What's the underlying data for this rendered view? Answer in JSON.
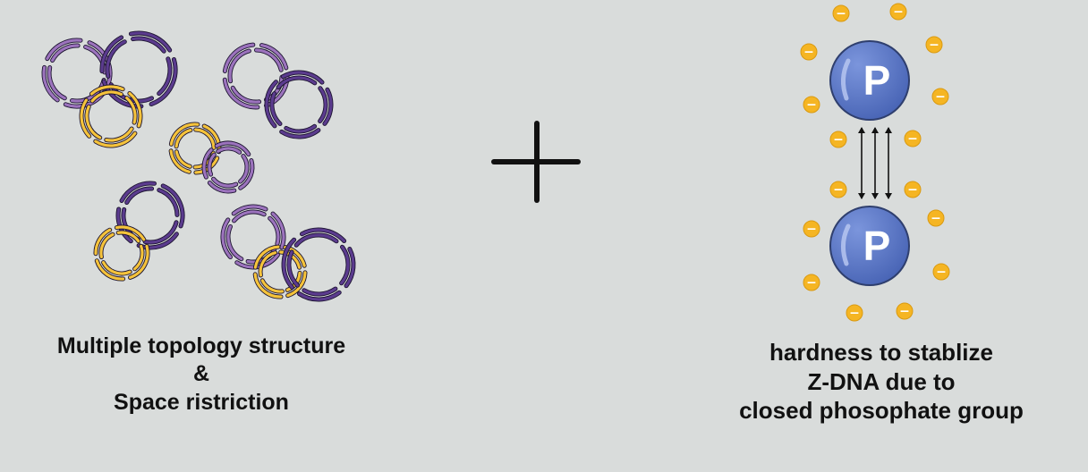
{
  "left_caption": {
    "line1": "Multiple topology structure",
    "line2": "&",
    "line3": "Space ristriction"
  },
  "right_caption": {
    "line1": "hardness to stablize",
    "line2": "Z-DNA due to",
    "line3": "closed phosophate group"
  },
  "phosphate": {
    "top_label": "P",
    "bottom_label": "P",
    "charge_symbol": "−"
  },
  "colors": {
    "background": "#d9dcdb",
    "light_purple": "#9c73bd",
    "dark_purple": "#5b3b8e",
    "yellow": "#f5c33b",
    "phosphate_blue": "#5b79c9",
    "charge_orange": "#f5b523"
  },
  "operator_symbol": "plus-sign"
}
